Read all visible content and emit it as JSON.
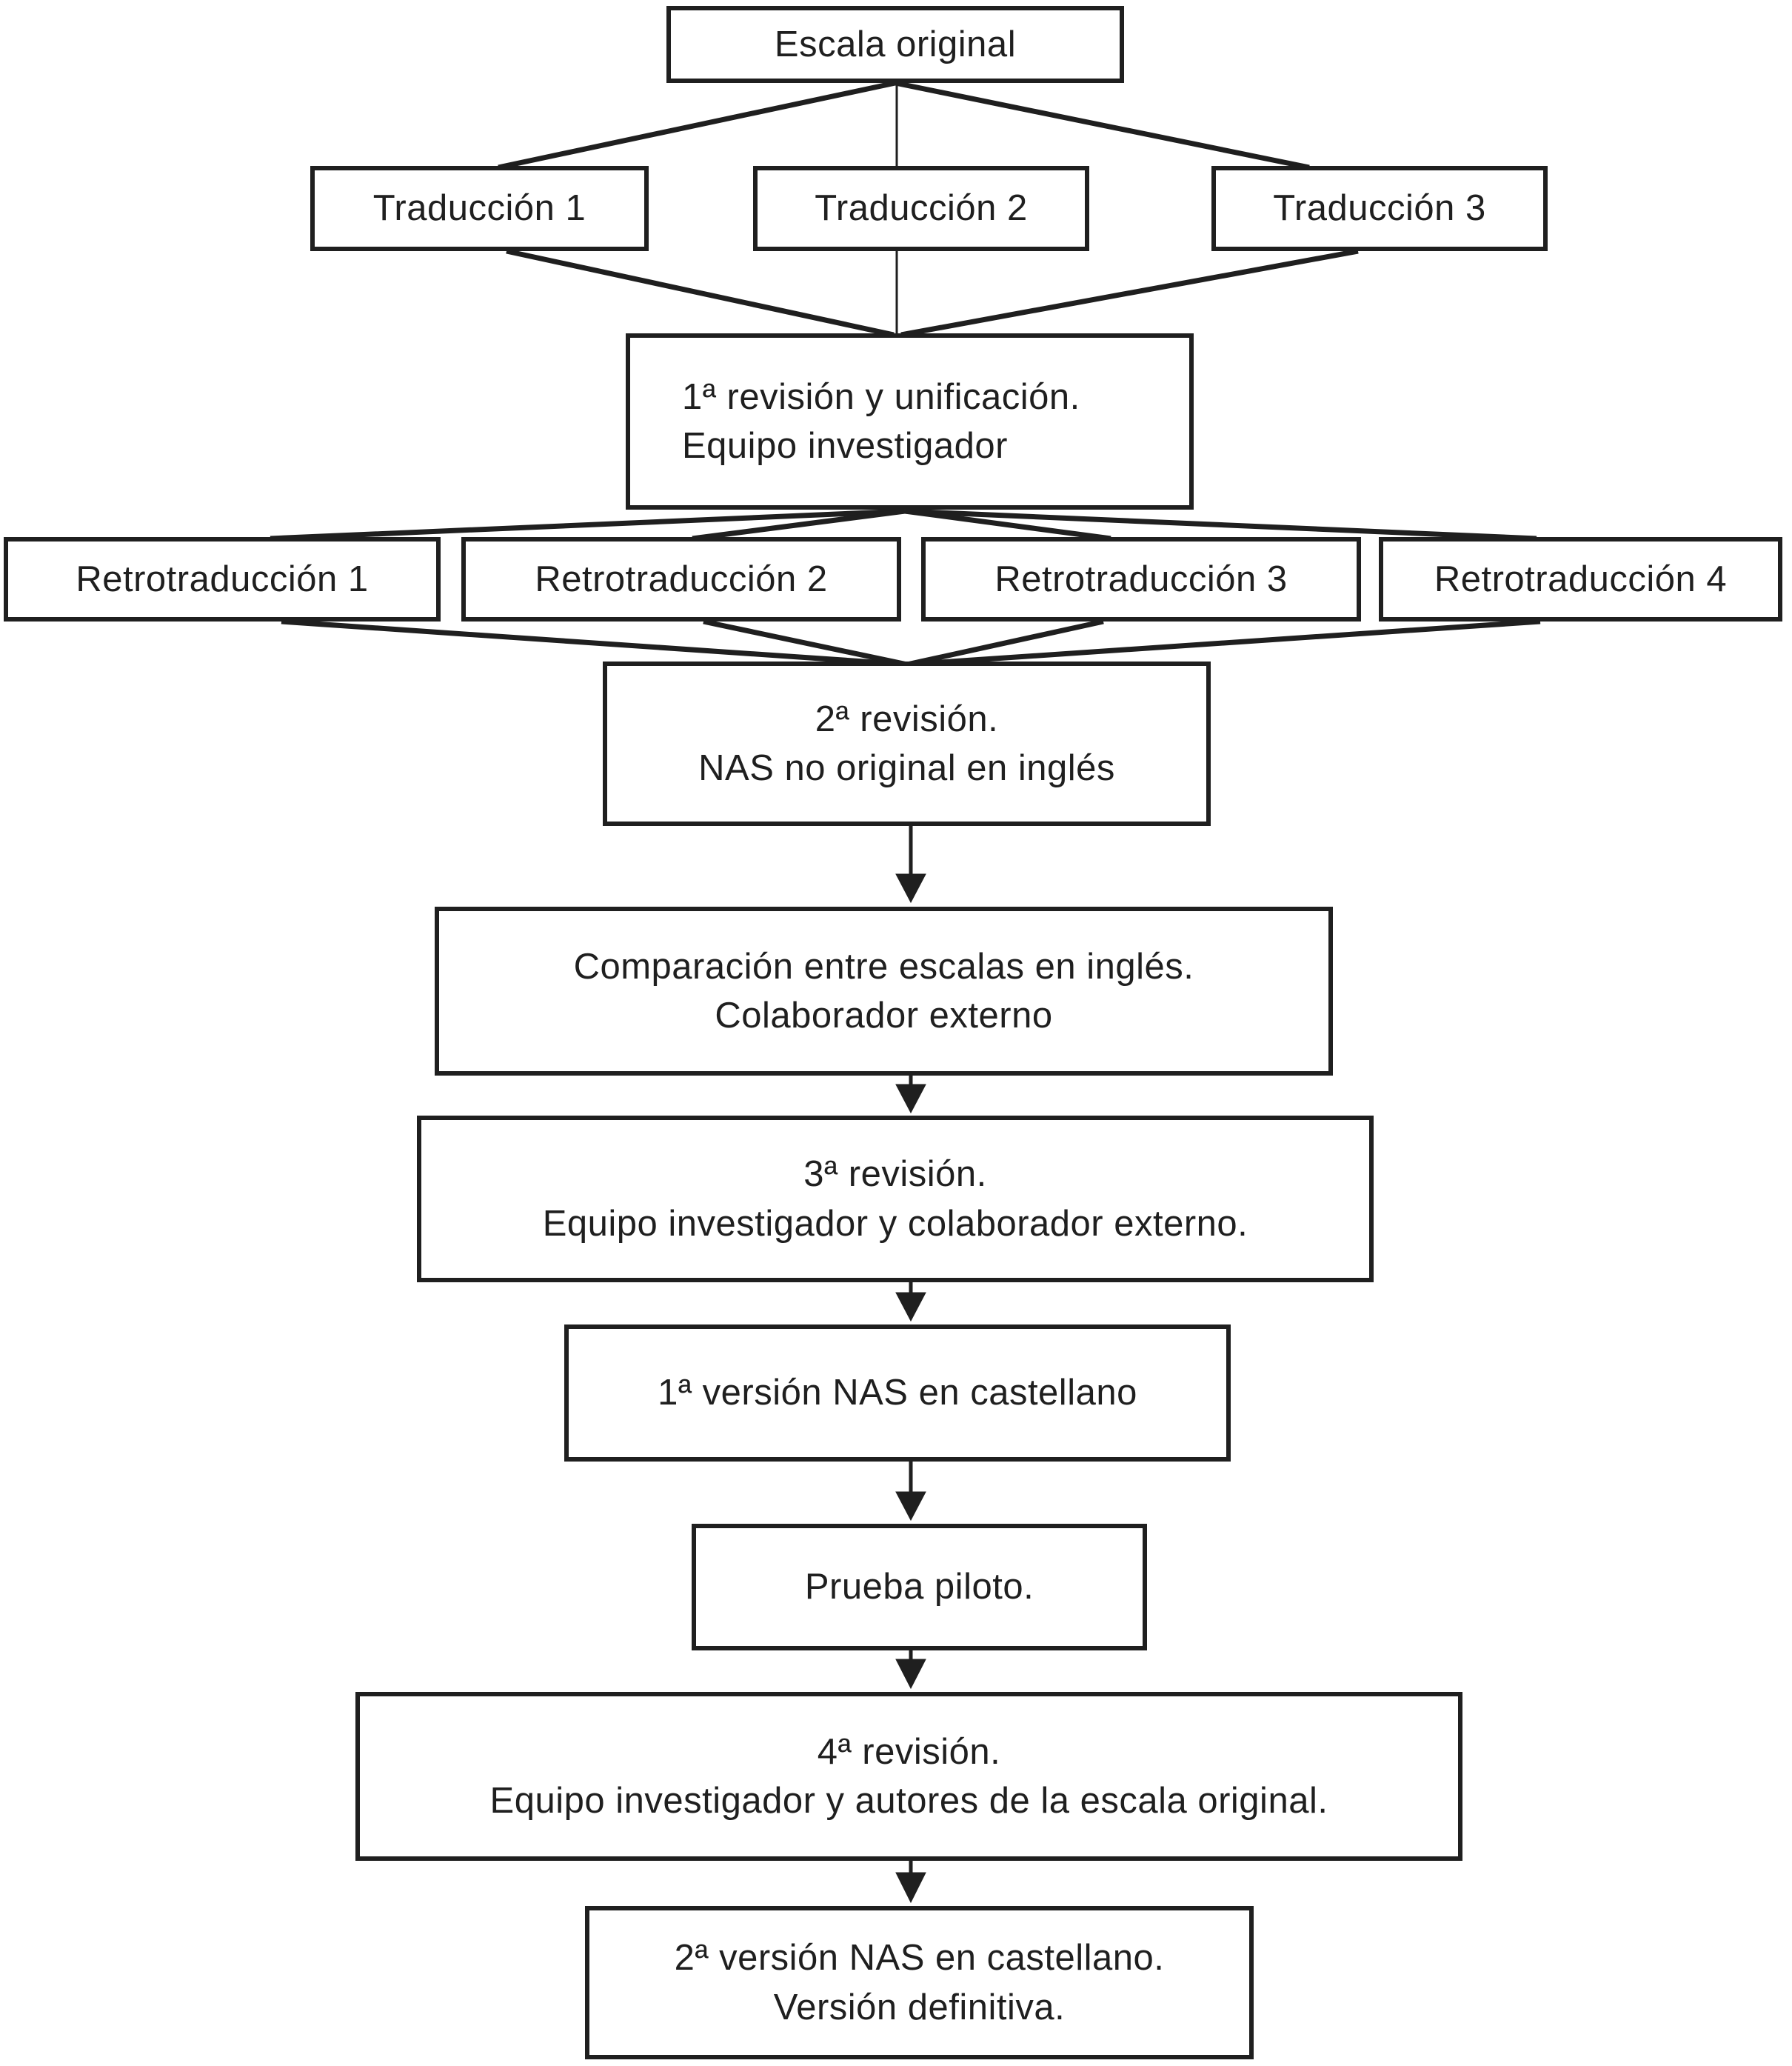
{
  "figure": {
    "background_color": "#ffffff",
    "line_color": "#1f1f1f",
    "nodes": {
      "escala_original": {
        "lines": [
          "Escala original"
        ]
      },
      "traduccion_1": {
        "lines": [
          "Traducción 1"
        ]
      },
      "traduccion_2": {
        "lines": [
          "Traducción 2"
        ]
      },
      "traduccion_3": {
        "lines": [
          "Traducción 3"
        ]
      },
      "revision_1": {
        "lines": [
          "1ª revisión y unificación.",
          "Equipo investigador"
        ]
      },
      "retrotraduccion_1": {
        "lines": [
          "Retrotraducción 1"
        ]
      },
      "retrotraduccion_2": {
        "lines": [
          "Retrotraducción 2"
        ]
      },
      "retrotraduccion_3": {
        "lines": [
          "Retrotraducción 3"
        ]
      },
      "retrotraduccion_4": {
        "lines": [
          "Retrotraducción 4"
        ]
      },
      "revision_2": {
        "lines": [
          "2ª revisión.",
          "NAS no original en inglés"
        ]
      },
      "comparacion": {
        "lines": [
          "Comparación entre escalas en inglés.",
          "Colaborador externo"
        ]
      },
      "revision_3": {
        "lines": [
          "3ª revisión.",
          "Equipo investigador y colaborador externo."
        ]
      },
      "version_1": {
        "lines": [
          "1ª versión NAS en castellano"
        ]
      },
      "prueba_piloto": {
        "lines": [
          "Prueba piloto."
        ]
      },
      "revision_4": {
        "lines": [
          "4ª revisión.",
          "Equipo investigador y autores de la escala original."
        ]
      },
      "version_2": {
        "lines": [
          "2ª versión NAS en castellano.",
          "Versión definitiva."
        ]
      }
    }
  }
}
